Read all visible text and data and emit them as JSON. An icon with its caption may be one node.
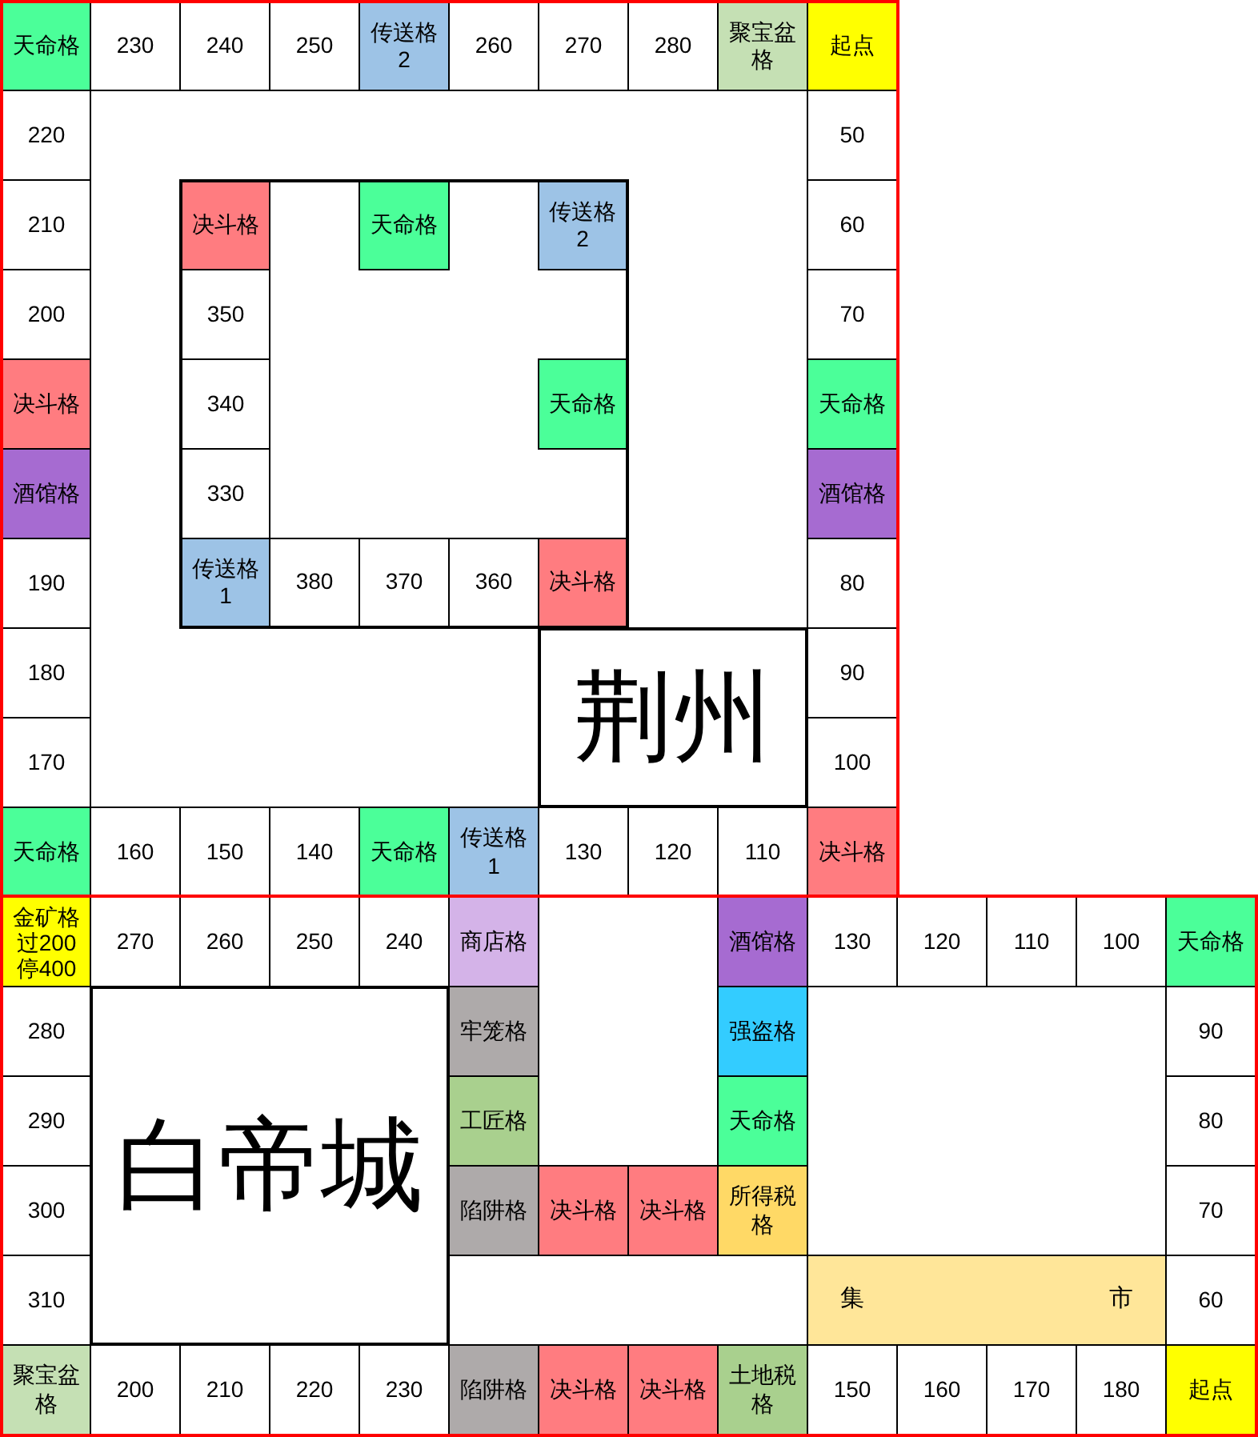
{
  "diagram": {
    "nodes": [
      {
        "text": [],
        "shape": "box"
      },
      {
        "text": [
          "天命格"
        ],
        "in": 0
      },
      {
        "text": [
          "230"
        ],
        "in": 0
      },
      {
        "text": [
          "240"
        ],
        "in": 0
      },
      {
        "text": [
          "250"
        ],
        "in": 0
      },
      {
        "text": [
          "传送格 2"
        ],
        "in": 0
      },
      {
        "text": [
          "260"
        ],
        "in": 0
      },
      {
        "text": [
          "270"
        ],
        "in": 0
      },
      {
        "text": [
          "280"
        ],
        "in": 0
      },
      {
        "text": [
          "聚宝盆格"
        ],
        "in": 0
      },
      {
        "text": [
          "起点"
        ],
        "in": 0
      },
      {
        "text": [
          "220"
        ],
        "in": 0
      },
      {
        "text": [
          "50"
        ],
        "in": 0
      },
      {
        "text": [
          "210"
        ],
        "in": 0
      },
      {
        "text": [],
        "shape": "box",
        "in": 0
      },
      {
        "text": [
          "决斗格"
        ],
        "in": 14
      },
      {
        "text": [
          "天命格"
        ],
        "in": 14
      },
      {
        "text": [
          "传送格 2"
        ],
        "in": 14
      },
      {
        "text": [
          "60"
        ],
        "in": 0
      },
      {
        "text": [
          "200"
        ],
        "in": 0
      },
      {
        "text": [
          "350"
        ],
        "in": 14
      },
      {
        "text": [
          "70"
        ],
        "in": 0
      },
      {
        "text": [
          "决斗格"
        ],
        "in": 0
      },
      {
        "text": [
          "340"
        ],
        "in": 14
      },
      {
        "text": [
          "天命格"
        ],
        "in": 14
      },
      {
        "text": [
          "天命格"
        ],
        "in": 0
      },
      {
        "text": [
          "酒馆格"
        ],
        "in": 0
      },
      {
        "text": [
          "330"
        ],
        "in": 14
      },
      {
        "text": [
          "酒馆格"
        ],
        "in": 0
      },
      {
        "text": [
          "190"
        ],
        "in": 0
      },
      {
        "text": [
          "传送格 1"
        ],
        "in": 14
      },
      {
        "text": [
          "380"
        ],
        "in": 14
      },
      {
        "text": [
          "370"
        ],
        "in": 14
      },
      {
        "text": [
          "360"
        ],
        "in": 14
      },
      {
        "text": [
          "决斗格"
        ],
        "in": 14
      },
      {
        "text": [
          "80"
        ],
        "in": 0
      },
      {
        "text": [
          "180"
        ],
        "in": 0
      },
      {
        "text": [
          "荆州"
        ],
        "in": 0
      },
      {
        "text": [
          "90"
        ],
        "in": 0
      },
      {
        "text": [
          "170"
        ],
        "in": 0
      },
      {
        "text": [
          "100"
        ],
        "in": 0
      },
      {
        "text": [
          "天命格"
        ],
        "in": 0
      },
      {
        "text": [
          "160"
        ],
        "in": 0
      },
      {
        "text": [
          "150"
        ],
        "in": 0
      },
      {
        "text": [
          "140"
        ],
        "in": 0
      },
      {
        "text": [
          "天命格"
        ],
        "in": 0
      },
      {
        "text": [
          "传送格 1"
        ],
        "in": 0
      },
      {
        "text": [
          "130"
        ],
        "in": 0
      },
      {
        "text": [
          "120"
        ],
        "in": 0
      },
      {
        "text": [
          "110"
        ],
        "in": 0
      },
      {
        "text": [
          "决斗格"
        ],
        "in": 0
      },
      {
        "text": [],
        "shape": "box"
      },
      {
        "text": [
          "金矿格",
          "过200",
          "停400"
        ],
        "in": 51
      },
      {
        "text": [
          "270"
        ],
        "in": 51
      },
      {
        "text": [
          "260"
        ],
        "in": 51
      },
      {
        "text": [
          "250"
        ],
        "in": 51
      },
      {
        "text": [
          "240"
        ],
        "in": 51
      },
      {
        "text": [
          "商店格"
        ],
        "in": 51
      },
      {
        "text": [
          "酒馆格"
        ],
        "in": 51
      },
      {
        "text": [
          "130"
        ],
        "in": 51
      },
      {
        "text": [
          "120"
        ],
        "in": 51
      },
      {
        "text": [
          "110"
        ],
        "in": 51
      },
      {
        "text": [
          "100"
        ],
        "in": 51
      },
      {
        "text": [
          "天命格"
        ],
        "in": 51
      },
      {
        "text": [
          "280"
        ],
        "in": 51
      },
      {
        "text": [
          "白帝城"
        ],
        "in": 51
      },
      {
        "text": [
          "牢笼格"
        ],
        "in": 51
      },
      {
        "text": [
          "强盗格"
        ],
        "in": 51
      },
      {
        "text": [
          "90"
        ],
        "in": 51
      },
      {
        "text": [
          "290"
        ],
        "in": 51
      },
      {
        "text": [
          "工匠格"
        ],
        "in": 51
      },
      {
        "text": [
          "天命格"
        ],
        "in": 51
      },
      {
        "text": [
          "80"
        ],
        "in": 51
      },
      {
        "text": [
          "300"
        ],
        "in": 51
      },
      {
        "text": [
          "陷阱格"
        ],
        "in": 51
      },
      {
        "text": [
          "决斗格"
        ],
        "in": 51
      },
      {
        "text": [
          "决斗格"
        ],
        "in": 51
      },
      {
        "text": [
          "所得税格"
        ],
        "in": 51
      },
      {
        "text": [
          "70"
        ],
        "in": 51
      },
      {
        "text": [
          "310"
        ],
        "in": 51
      },
      {
        "text": [
          "集 市"
        ],
        "in": 51
      },
      {
        "text": [
          "60"
        ],
        "in": 51
      },
      {
        "text": [
          "聚宝盆格"
        ],
        "in": 51
      },
      {
        "text": [
          "200"
        ],
        "in": 51
      },
      {
        "text": [
          "210"
        ],
        "in": 51
      },
      {
        "text": [
          "220"
        ],
        "in": 51
      },
      {
        "text": [
          "230"
        ],
        "in": 51
      },
      {
        "text": [
          "陷阱格"
        ],
        "in": 51
      },
      {
        "text": [
          "决斗格"
        ],
        "in": 51
      },
      {
        "text": [
          "决斗格"
        ],
        "in": 51
      },
      {
        "text": [
          "土地税格"
        ],
        "in": 51
      },
      {
        "text": [
          "150"
        ],
        "in": 51
      },
      {
        "text": [
          "160"
        ],
        "in": 51
      },
      {
        "text": [
          "170"
        ],
        "in": 51
      },
      {
        "text": [
          "180"
        ],
        "in": 51
      },
      {
        "text": [
          "起点"
        ],
        "in": 51
      }
    ]
  }
}
